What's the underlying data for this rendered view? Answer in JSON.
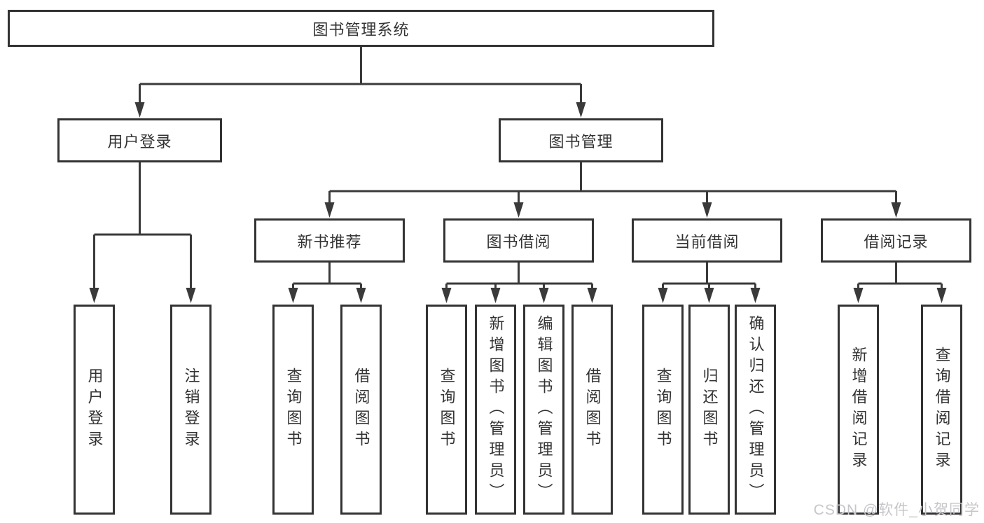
{
  "diagram": {
    "root": {
      "label": "图书管理系统",
      "children": [
        {
          "label": "用户登录",
          "children": [
            {
              "label": "用户登录"
            },
            {
              "label": "注销登录"
            }
          ]
        },
        {
          "label": "图书管理",
          "children": [
            {
              "label": "新书推荐",
              "children": [
                {
                  "label": "查询图书"
                },
                {
                  "label": "借阅图书"
                }
              ]
            },
            {
              "label": "图书借阅",
              "children": [
                {
                  "label": "查询图书"
                },
                {
                  "label": "新增图书（管理员）"
                },
                {
                  "label": "编辑图书（管理员）"
                },
                {
                  "label": "借阅图书"
                }
              ]
            },
            {
              "label": "当前借阅",
              "children": [
                {
                  "label": "查询图书"
                },
                {
                  "label": "归还图书"
                },
                {
                  "label": "确认归还（管理员）"
                }
              ]
            },
            {
              "label": "借阅记录",
              "children": [
                {
                  "label": "新增借阅记录"
                },
                {
                  "label": "查询借阅记录"
                }
              ]
            }
          ]
        }
      ]
    }
  },
  "watermark": {
    "text": "CSDN @软件_小贺同学"
  },
  "colors": {
    "line": "#3a3a3a",
    "box_border": "#333333",
    "text": "#333333",
    "watermark": "#c7c7cb",
    "background": "#ffffff"
  }
}
